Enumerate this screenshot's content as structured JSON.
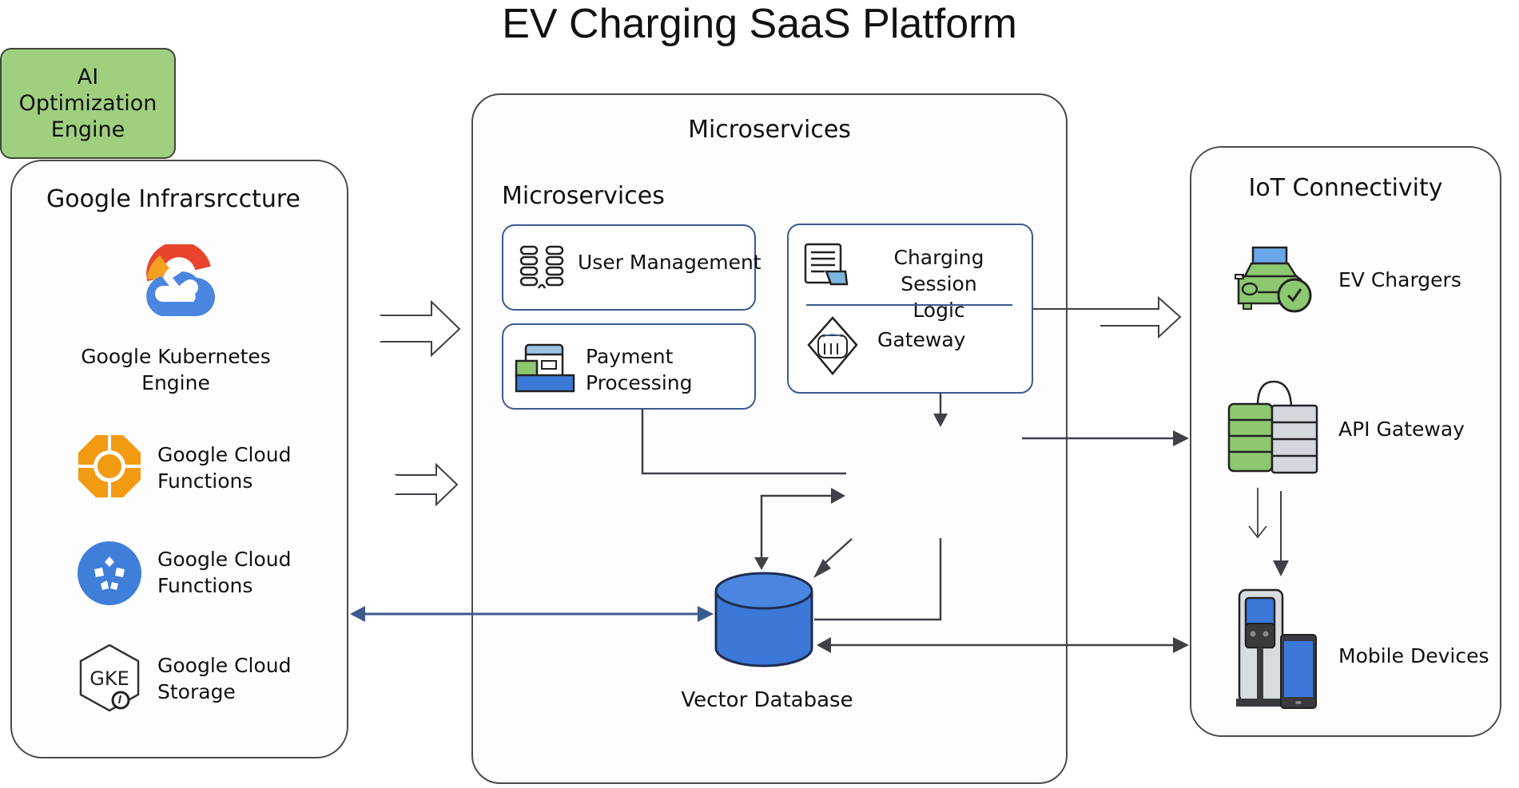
{
  "title": "EV Charging SaaS Platform",
  "panels": {
    "left": {
      "title": "Google Infrarsrccture",
      "items": [
        {
          "label": "Google Kubernetes\nEngine",
          "icon": "google-cloud-icon"
        },
        {
          "label": "Google Cloud\nFunctions",
          "icon": "orange-octagon-target-icon"
        },
        {
          "label": "Google Cloud\nFunctions",
          "icon": "blue-circle-shapes-icon"
        },
        {
          "label": "Google Cloud\nStorage",
          "icon": "gke-hexagon-icon",
          "icon_text": "GKE"
        }
      ]
    },
    "middle": {
      "title": "Microservices",
      "subtitle": "Microservices",
      "services": {
        "user_management": {
          "label": "User Management",
          "icon": "user-grid-icon"
        },
        "payment_processing": {
          "label": "Payment\nProcessing",
          "icon": "payment-stack-icon"
        },
        "charging_session": {
          "label": "Charging Session\nLogic",
          "icon": "document-icon"
        },
        "gateway": {
          "label": "Gateway",
          "icon": "hexagon-gateway-icon"
        }
      },
      "ai_engine": {
        "label": "AI\nOptimization\nEngine"
      },
      "vector_db": {
        "label": "Vector Database",
        "icon": "database-cylinder-icon"
      }
    },
    "right": {
      "title": "IoT Connectivity",
      "items": [
        {
          "label": "EV Chargers",
          "icon": "ev-car-check-icon"
        },
        {
          "label": "API Gateway",
          "icon": "server-bag-icon"
        },
        {
          "label": "Mobile Devices",
          "icon": "charger-and-phone-icon"
        }
      ]
    }
  },
  "colors": {
    "panel_border": "#4a4a4a",
    "service_border": "#3b5a8e",
    "ai_fill": "#9fd07f",
    "db_fill": "#3b78d8",
    "arrow_dark": "#3f4147",
    "arrow_blue": "#3b5a8e",
    "google_blue": "#4285f4",
    "google_red": "#e8452c",
    "google_yellow": "#f4a020",
    "orange_icon": "#f29a12",
    "green_icon": "#8cc870"
  }
}
